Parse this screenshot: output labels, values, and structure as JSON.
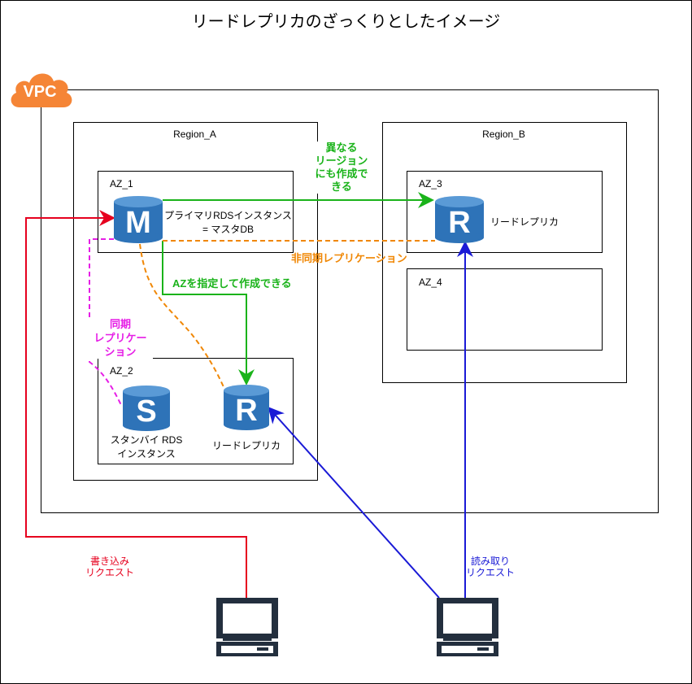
{
  "title": "リードレプリカのざっくりとしたイメージ",
  "vpc": {
    "label": "VPC"
  },
  "regions": {
    "a": {
      "label": "Region_A"
    },
    "b": {
      "label": "Region_B"
    }
  },
  "azs": {
    "az1": "AZ_1",
    "az2": "AZ_2",
    "az3": "AZ_3",
    "az4": "AZ_4"
  },
  "databases": {
    "master": {
      "letter": "M",
      "caption_line1": "プライマリRDSインスタンス",
      "caption_line2": "= マスタDB"
    },
    "standby": {
      "letter": "S",
      "caption_line1": "スタンバイ RDS",
      "caption_line2": "インスタンス"
    },
    "replica_a": {
      "letter": "R",
      "caption": "リードレプリカ"
    },
    "replica_b": {
      "letter": "R",
      "caption": "リードレプリカ"
    }
  },
  "annotations": {
    "cross_region": [
      "異なる",
      "リージョン",
      "にも作成で",
      "きる"
    ],
    "async": "非同期レプリケーション",
    "az_specify": "AZを指定して作成できる",
    "sync": [
      "同期",
      "レプリケー",
      "ション"
    ],
    "write": [
      "書き込み",
      "リクエスト"
    ],
    "read": [
      "読み取り",
      "リクエスト"
    ]
  },
  "colors": {
    "db": "#2e73b8",
    "db_top": "#5a9ad6",
    "vpc": "#f58536",
    "green": "#1ab31a",
    "orange": "#f08705",
    "magenta": "#e61ee6",
    "red": "#e6001e",
    "blue": "#1a1ad6"
  },
  "icons": [
    "vpc-cloud-icon",
    "database-icon",
    "computer-icon"
  ]
}
